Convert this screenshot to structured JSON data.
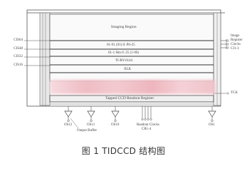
{
  "diagram": {
    "left_labels": [
      "CIS64",
      "CIS48",
      "CIS32",
      "CIS16"
    ],
    "right_labels": [
      "Image",
      "Register",
      "Clocks",
      "CI1-3"
    ],
    "region_labels": {
      "imaging": "Imaging Region",
      "r1": "01-91 (91) 0: P0-25",
      "r2": "01-1 Hm 0: 25 (1-96)",
      "r3": "TI-RY-0144",
      "r4": "XLK"
    },
    "register_label": "Tapped CCD Readout Register",
    "tck_label": "TCK",
    "bottom": {
      "outputs": [
        "OS12",
        "OS11",
        "OS10",
        "OS1"
      ],
      "output_buffer": "Output Buffer",
      "readout_clocks": "Readout Clocks",
      "readout_clocks_sub": "CR1-4"
    }
  },
  "caption": "图 1 TIDCCD 结构图"
}
